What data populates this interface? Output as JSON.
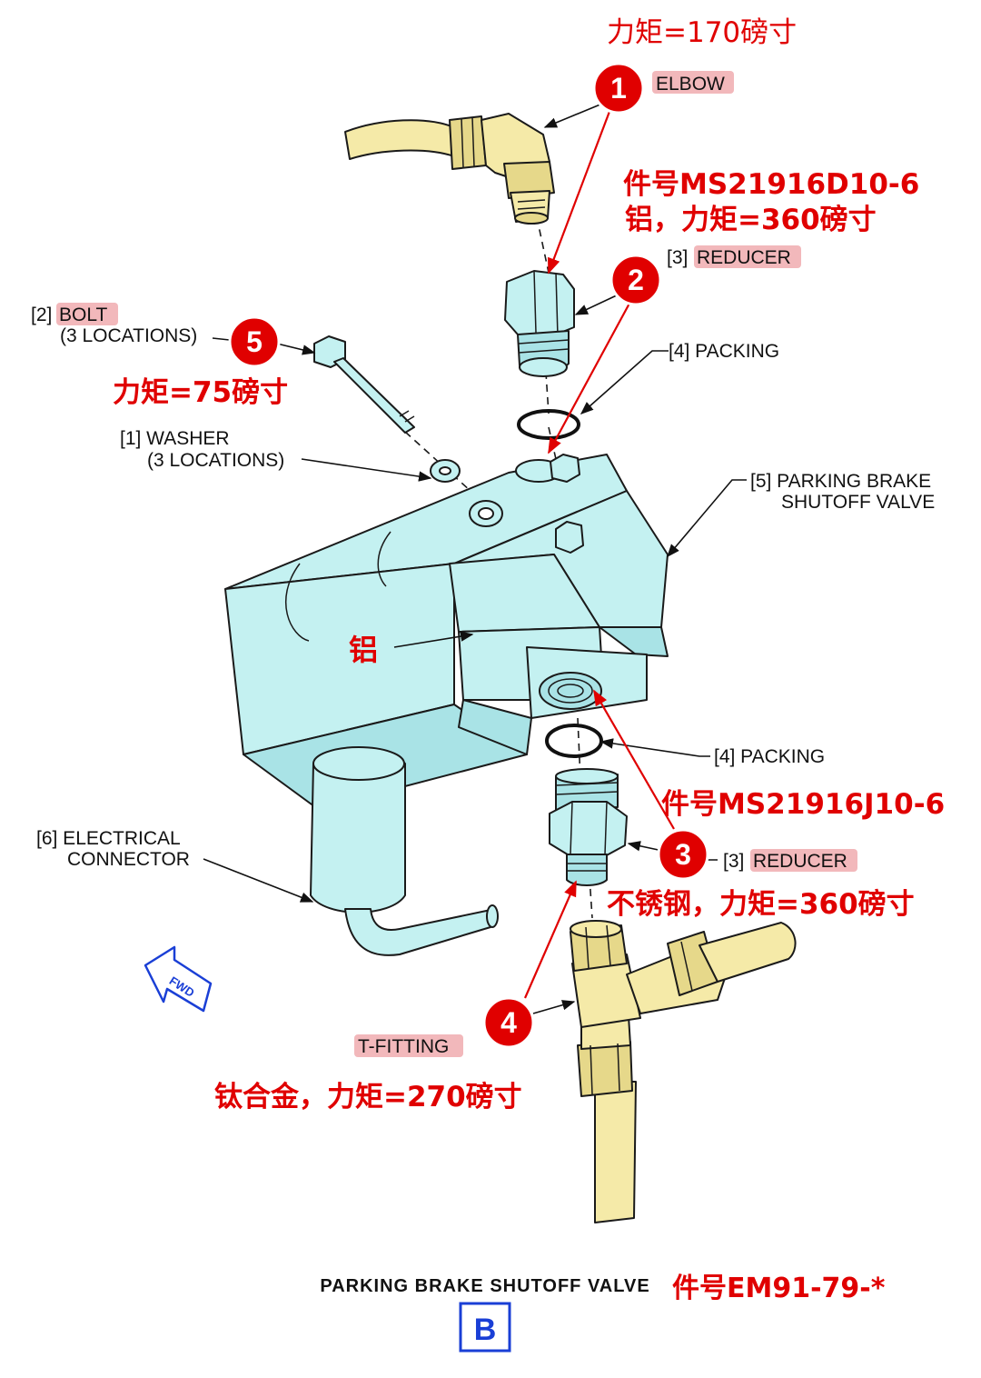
{
  "parts": {
    "elbow": "ELBOW",
    "reducer_top_idx": "[3]",
    "reducer_top": "REDUCER",
    "bolt_idx": "[2]",
    "bolt": "BOLT",
    "bolt_loc": "(3 LOCATIONS)",
    "packing_top": "[4] PACKING",
    "washer": "[1] WASHER",
    "washer_loc": "(3 LOCATIONS)",
    "valve_line1": "[5] PARKING BRAKE",
    "valve_line2": "SHUTOFF VALVE",
    "packing_bottom": "[4] PACKING",
    "connector_line1": "[6] ELECTRICAL",
    "connector_line2": "CONNECTOR",
    "reducer_bottom_idx": "[3]",
    "reducer_bottom": "REDUCER",
    "tfitting": "T-FITTING"
  },
  "annotations": {
    "torque_elbow": "力矩=170磅寸",
    "part_reducer_top": "件号MS21916D10-6",
    "material_reducer_top": "铝，力矩=360磅寸",
    "torque_bolt": "力矩=75磅寸",
    "material_valve": "铝",
    "part_reducer_bottom": "件号MS21916J10-6",
    "material_reducer_bottom": "不锈钢，力矩=360磅寸",
    "material_tfitting": "钛合金，力矩=270磅寸",
    "part_valve": "件号EM91-79-*"
  },
  "markers": [
    "1",
    "2",
    "3",
    "4",
    "5"
  ],
  "fwd": "FWD",
  "caption": "PARKING BRAKE SHUTOFF VALVE",
  "view_letter": "B",
  "colors": {
    "annotation_red": "#e00000",
    "highlight": "#f2b8bb",
    "part_cyan": "#c4f1f1",
    "fitting_tan": "#f5eaa8",
    "fwd_blue": "#1a3fd6"
  }
}
